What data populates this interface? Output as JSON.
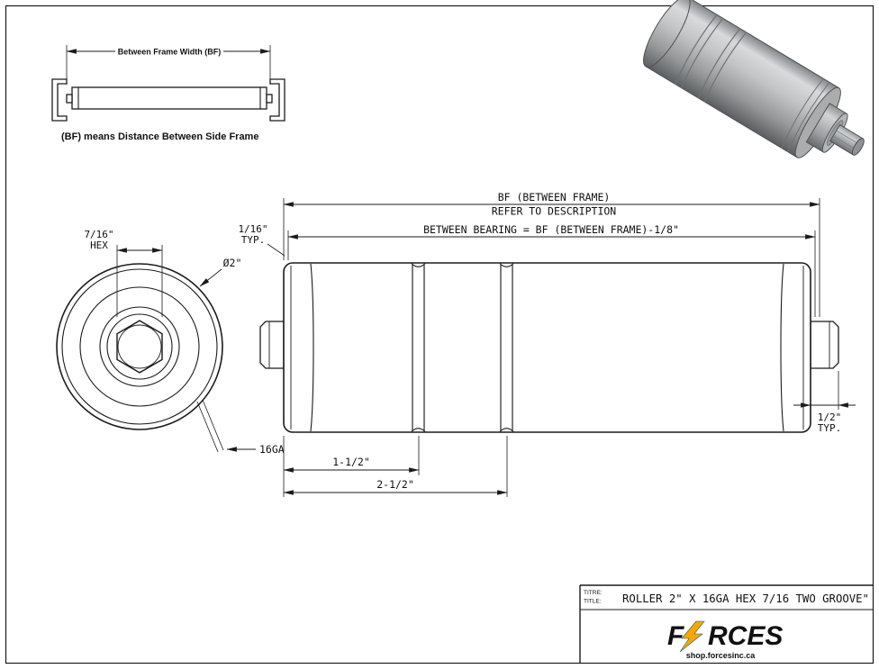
{
  "colors": {
    "line": "#1b1b1b",
    "brand_blue": "#1771b5",
    "bolt_yellow": "#f6a800",
    "text": "#111111"
  },
  "inset": {
    "dim_label": "Between Frame Width (BF)",
    "caption": "(BF) means Distance Between Side Frame"
  },
  "end_view": {
    "hex_size": "7/16\"",
    "hex_word": "HEX",
    "diameter": "Ø2\"",
    "gauge": "16GA"
  },
  "side_view": {
    "bf_line1": "BF (BETWEEN FRAME)",
    "bf_line2": "REFER TO DESCRIPTION",
    "between_bearing": "BETWEEN BEARING = BF (BETWEEN FRAME)-1/8\"",
    "small_typ_value": "1/16\"",
    "small_typ_word": "TYP.",
    "right_typ_value": "1/2\"",
    "right_typ_word": "TYP.",
    "groove1_dim": "1-1/2\"",
    "groove2_dim": "2-1/2\""
  },
  "title_block": {
    "label_fr": "TITRE:",
    "label_en": "TITLE:",
    "title": "ROLLER 2\" X 16GA HEX 7/16 TWO GROOVE\"",
    "brand_first": "F",
    "brand_rest": "RCES",
    "website": "shop.forcesinc.ca"
  }
}
